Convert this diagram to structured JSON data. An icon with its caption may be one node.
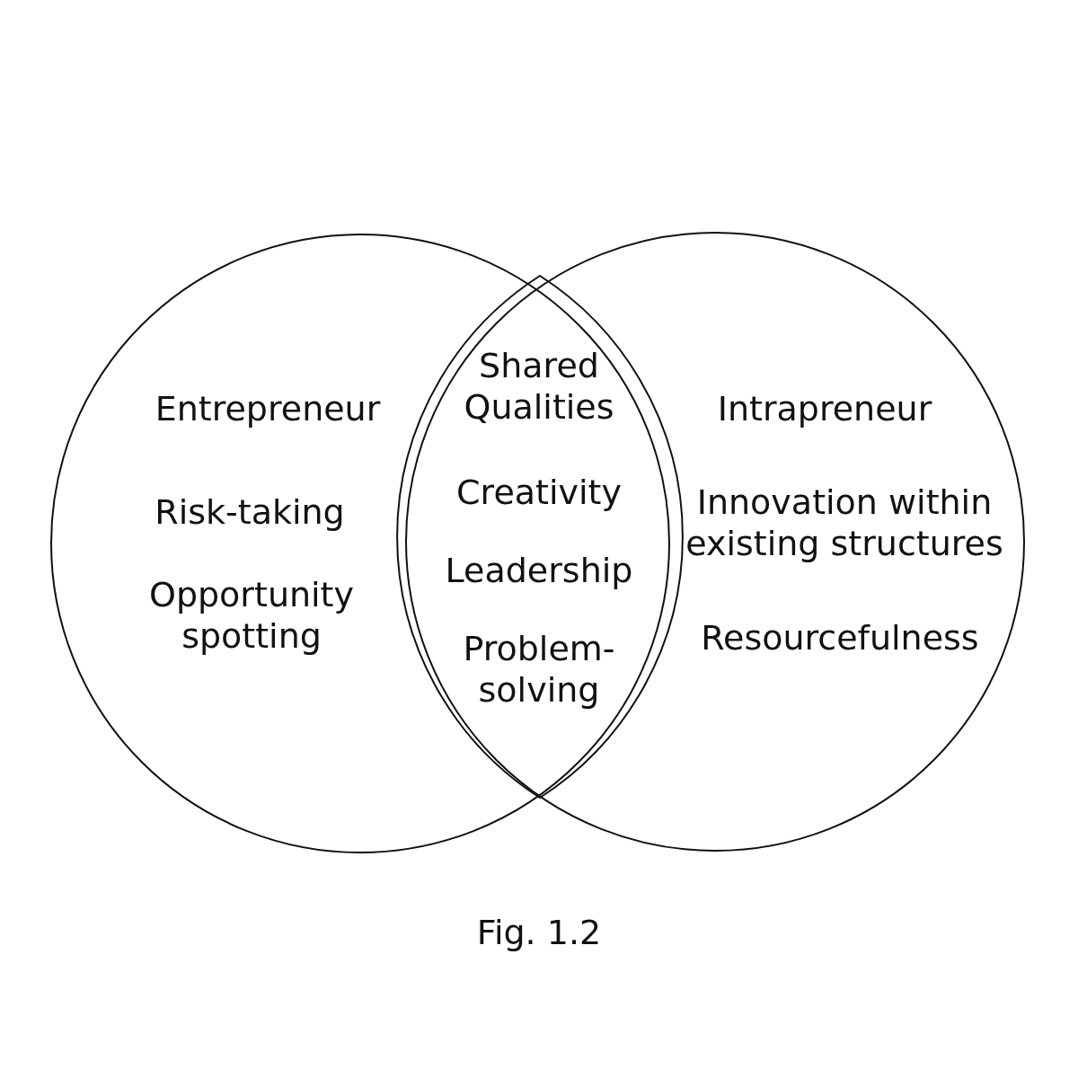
{
  "diagram": {
    "caption": "Fig. 1.2",
    "nodes": [
      {
        "text": [
          "Entrepreneur",
          "Risk-taking",
          "Opportunity spotting"
        ]
      },
      {
        "text": [
          "Intrapreneur",
          "Innovation within existing structures",
          "Resourcefulness"
        ]
      },
      {
        "text": [
          "Shared Qualities",
          "Creativity",
          "Leadership",
          "Problem-solving"
        ]
      }
    ],
    "edges": []
  }
}
